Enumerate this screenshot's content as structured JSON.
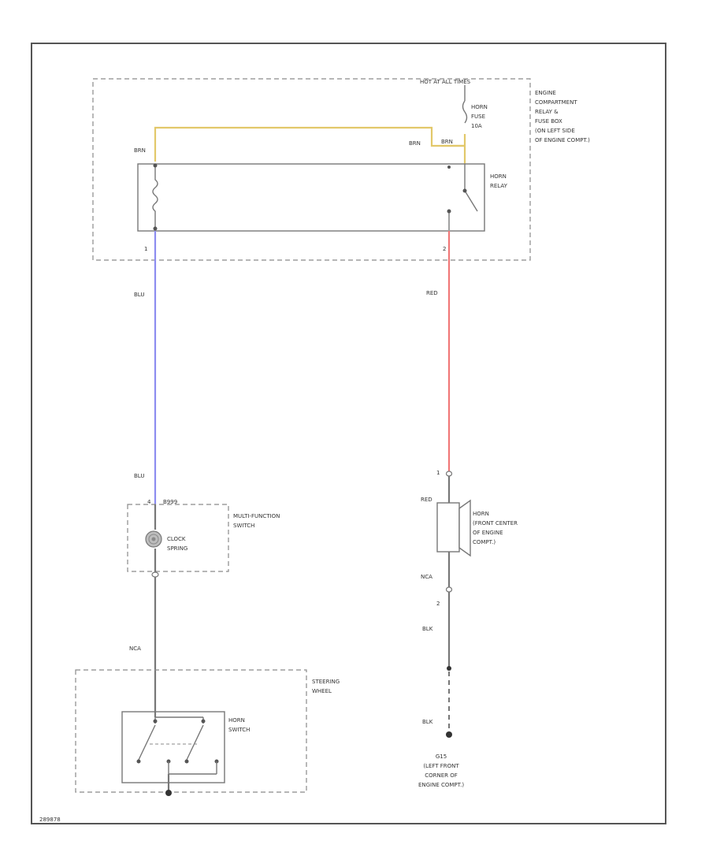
{
  "colors": {
    "yellow_wire": "#e2c86a",
    "blue_wire": "#8c8cf0",
    "red_wire": "#f07878",
    "gray_wire": "#777777"
  },
  "fuse_box": {
    "header": "HOT AT ALL TIMES",
    "name_lines": [
      "ENGINE",
      "COMPARTMENT",
      "RELAY &",
      "FUSE BOX",
      "(ON LEFT SIDE",
      "OF ENGINE COMPT.)"
    ],
    "fuse_lines": [
      "HORN",
      "FUSE",
      "10A"
    ],
    "wire_left": "BRN",
    "wire_right": "BRN",
    "wire_right2": "BRN",
    "relay_lines": [
      "HORN",
      "RELAY"
    ],
    "pin_left": "1",
    "pin_right": "2"
  },
  "wires": {
    "blu_top": "BLU",
    "blu_bottom": "BLU",
    "red": "RED",
    "red_horn": "RED",
    "nca_left": "NCA",
    "nca_right": "NCA",
    "blk1": "BLK",
    "blk2": "BLK"
  },
  "multifunction": {
    "name_lines": [
      "MULTI-FUNCTION",
      "SWITCH"
    ],
    "connector": "B999",
    "pin": "4",
    "clock_lines": [
      "CLOCK",
      "SPRING"
    ]
  },
  "horn": {
    "name_lines": [
      "HORN",
      "(FRONT CENTER",
      "OF ENGINE",
      "COMPT.)"
    ],
    "pin1": "1",
    "pin2": "2"
  },
  "steering": {
    "name_lines": [
      "STEERING",
      "WHEEL"
    ],
    "switch_lines": [
      "HORN",
      "SWITCH"
    ]
  },
  "ground": {
    "name_lines": [
      "G15",
      "(LEFT FRONT",
      "CORNER OF",
      "ENGINE COMPT.)"
    ]
  },
  "footer_code": "289878"
}
